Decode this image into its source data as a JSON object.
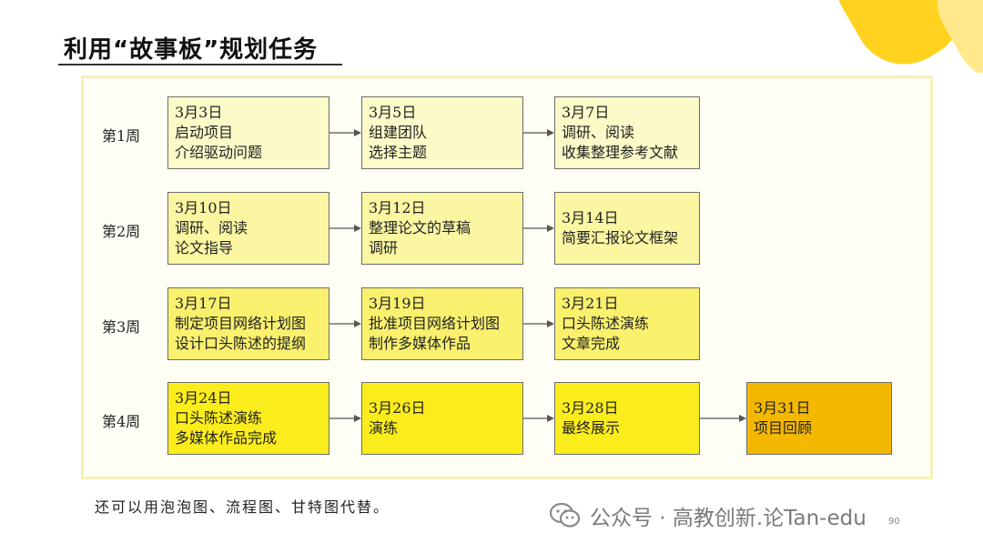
{
  "title": "利用“故事板”规划任务",
  "weeks": [
    {
      "label": "第1周",
      "cards": [
        {
          "lines": [
            "3月3日",
            "启动项目",
            "介绍驱动问题"
          ],
          "color": "#fbfac8"
        },
        {
          "lines": [
            "3月5日",
            "组建团队",
            "选择主题"
          ],
          "color": "#fbfac8"
        },
        {
          "lines": [
            "3月7日",
            "调研、阅读",
            "收集整理参考文献"
          ],
          "color": "#fbfac8"
        }
      ]
    },
    {
      "label": "第2周",
      "cards": [
        {
          "lines": [
            "3月10日",
            "调研、阅读",
            "论文指导"
          ],
          "color": "#faf6a2"
        },
        {
          "lines": [
            "3月12日",
            "整理论文的草稿",
            "调研"
          ],
          "color": "#faf6a2"
        },
        {
          "lines": [
            "3月14日",
            "简要汇报论文框架"
          ],
          "color": "#faf6a2"
        }
      ]
    },
    {
      "label": "第3周",
      "cards": [
        {
          "lines": [
            "3月17日",
            "制定项目网络计划图",
            "设计口头陈述的提纲"
          ],
          "color": "#f9f06e"
        },
        {
          "lines": [
            "3月19日",
            "批准项目网络计划图",
            "制作多媒体作品"
          ],
          "color": "#f9f06e"
        },
        {
          "lines": [
            "3月21日",
            "口头陈述演练",
            "文章完成"
          ],
          "color": "#f9f06e"
        }
      ]
    },
    {
      "label": "第4周",
      "cards": [
        {
          "lines": [
            "3月24日",
            "口头陈述演练",
            "多媒体作品完成"
          ],
          "color": "#fbed1c"
        },
        {
          "lines": [
            "3月26日",
            "演练"
          ],
          "color": "#fbed1c"
        },
        {
          "lines": [
            "3月28日",
            "最终展示"
          ],
          "color": "#fbed1c"
        },
        {
          "lines": [
            "3月31日",
            "项目回顾"
          ],
          "color": "#f5b800"
        }
      ]
    }
  ],
  "footnote": "还可以用泡泡图、流程图、甘特图代替。",
  "watermark": "公众号 · 高教创新.论Tan-edu",
  "page_number": "90",
  "colors": {
    "deco_yellow": "#ffd21f",
    "deco_light": "#ffe98a",
    "border": "#6e6e6e",
    "panel_border": "#f7f1b8"
  }
}
